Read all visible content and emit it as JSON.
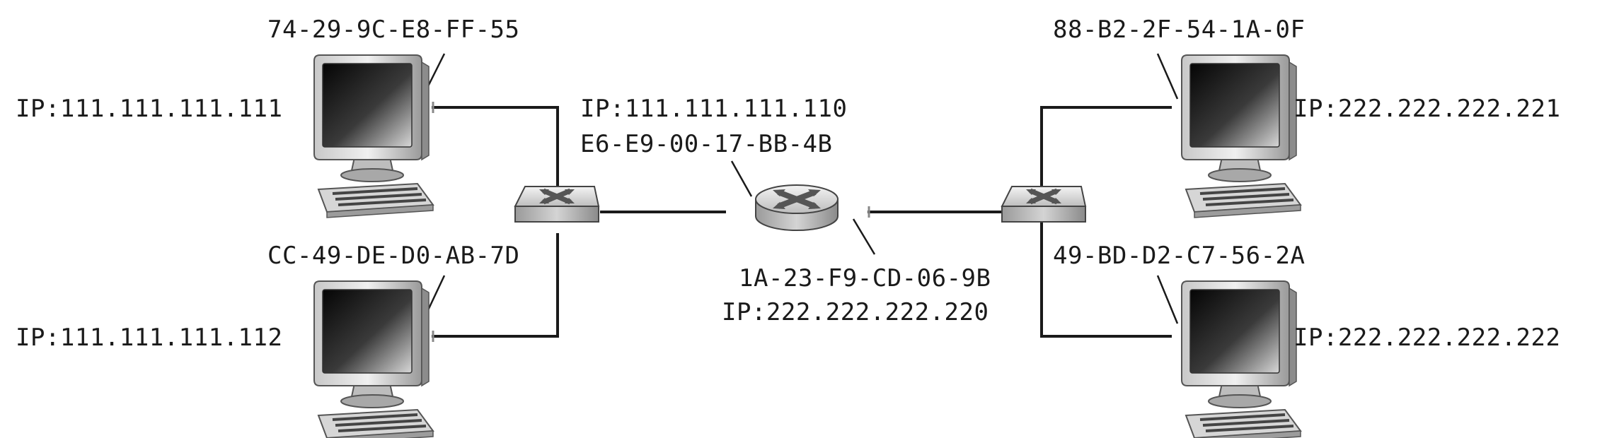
{
  "hosts": {
    "top_left": {
      "mac": "74-29-9C-E8-FF-55",
      "ip": "IP:111.111.111.111"
    },
    "bottom_left": {
      "mac": "CC-49-DE-D0-AB-7D",
      "ip": "IP:111.111.111.112"
    },
    "top_right": {
      "mac": "88-B2-2F-54-1A-0F",
      "ip": "IP:222.222.222.221"
    },
    "bottom_right": {
      "mac": "49-BD-D2-C7-56-2A",
      "ip": "IP:222.222.222.222"
    }
  },
  "router": {
    "left_interface": {
      "ip": "IP:111.111.111.110",
      "mac": "E6-E9-00-17-BB-4B"
    },
    "right_interface": {
      "mac": "1A-23-F9-CD-06-9B",
      "ip": "IP:222.222.222.220"
    }
  },
  "icons": {
    "computer": "desktop-computer-icon",
    "switch": "switch-icon",
    "router": "router-icon"
  },
  "colors": {
    "line": "#1a1a1a",
    "device_light": "#e6e6e6",
    "device_dark": "#7a7a7a",
    "screen": "#1c1c1c"
  }
}
